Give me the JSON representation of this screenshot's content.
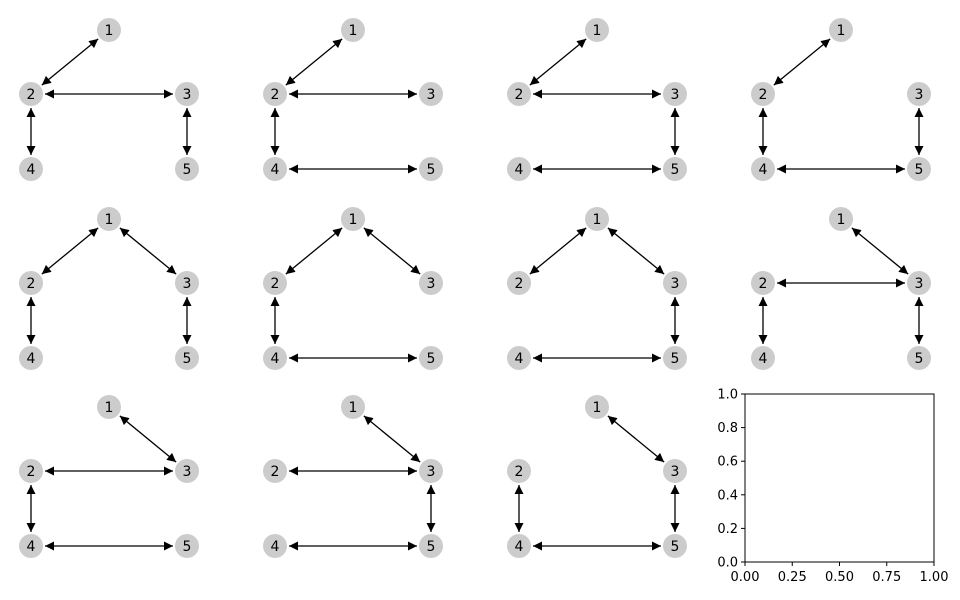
{
  "colors": {
    "node_fill": "#cccccc",
    "edge": "#000000",
    "label": "#000000"
  },
  "node_labels": [
    "1",
    "2",
    "3",
    "4",
    "5"
  ],
  "graphs": [
    {
      "edges": [
        [
          1,
          2
        ],
        [
          2,
          3
        ],
        [
          2,
          4
        ],
        [
          3,
          5
        ]
      ]
    },
    {
      "edges": [
        [
          1,
          2
        ],
        [
          2,
          3
        ],
        [
          2,
          4
        ],
        [
          4,
          5
        ]
      ]
    },
    {
      "edges": [
        [
          1,
          2
        ],
        [
          2,
          3
        ],
        [
          3,
          5
        ],
        [
          4,
          5
        ]
      ]
    },
    {
      "edges": [
        [
          1,
          2
        ],
        [
          2,
          4
        ],
        [
          3,
          5
        ],
        [
          4,
          5
        ]
      ]
    },
    {
      "edges": [
        [
          1,
          2
        ],
        [
          1,
          3
        ],
        [
          2,
          4
        ],
        [
          3,
          5
        ]
      ]
    },
    {
      "edges": [
        [
          1,
          2
        ],
        [
          1,
          3
        ],
        [
          2,
          4
        ],
        [
          4,
          5
        ]
      ]
    },
    {
      "edges": [
        [
          1,
          2
        ],
        [
          1,
          3
        ],
        [
          3,
          5
        ],
        [
          4,
          5
        ]
      ]
    },
    {
      "edges": [
        [
          1,
          3
        ],
        [
          2,
          3
        ],
        [
          2,
          4
        ],
        [
          3,
          5
        ]
      ]
    },
    {
      "edges": [
        [
          1,
          3
        ],
        [
          2,
          3
        ],
        [
          2,
          4
        ],
        [
          4,
          5
        ]
      ]
    },
    {
      "edges": [
        [
          1,
          3
        ],
        [
          2,
          3
        ],
        [
          3,
          5
        ],
        [
          4,
          5
        ]
      ]
    },
    {
      "edges": [
        [
          1,
          3
        ],
        [
          2,
          4
        ],
        [
          3,
          5
        ],
        [
          4,
          5
        ]
      ]
    }
  ],
  "empty_axes": {
    "xlim": [
      0,
      1
    ],
    "ylim": [
      0,
      1
    ],
    "x_ticks": [
      "0.00",
      "0.25",
      "0.50",
      "0.75",
      "1.00"
    ],
    "y_ticks": [
      "0.0",
      "0.2",
      "0.4",
      "0.6",
      "0.8",
      "1.0"
    ]
  }
}
